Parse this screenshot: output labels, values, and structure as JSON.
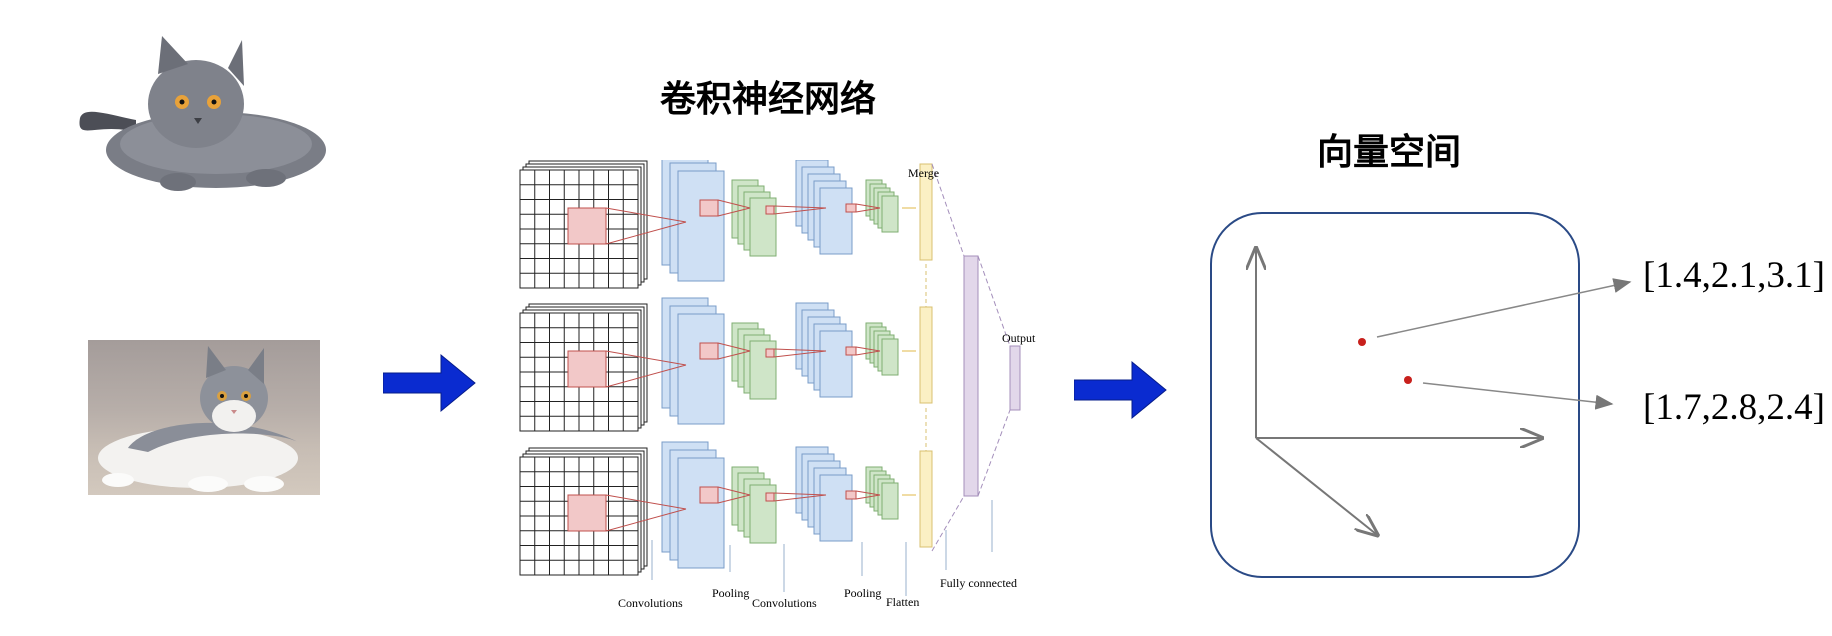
{
  "cnn_title": "卷积神经网络",
  "vector_space_title": "向量空间",
  "cnn_labels": {
    "merge": "Merge",
    "output": "Output",
    "fully_connected": "Fully connected",
    "convolutions_1": "Convolutions",
    "pooling_1": "Pooling",
    "convolutions_2": "Convolutions",
    "pooling_2": "Pooling",
    "flatten": "Flatten"
  },
  "vectors": [
    {
      "label": "[1.4,2.1,3.1]"
    },
    {
      "label": "[1.7,2.8,2.4]"
    }
  ],
  "colors": {
    "arrow_blue": "#0a2bd0",
    "panel_border": "#2a4a86",
    "point_red": "#c8201c",
    "conv_blue": "#cfe0f4",
    "pool_green": "#cfe5c8",
    "merge_yellow": "#fbf0c4",
    "fc_purple": "#e2d7ea"
  }
}
